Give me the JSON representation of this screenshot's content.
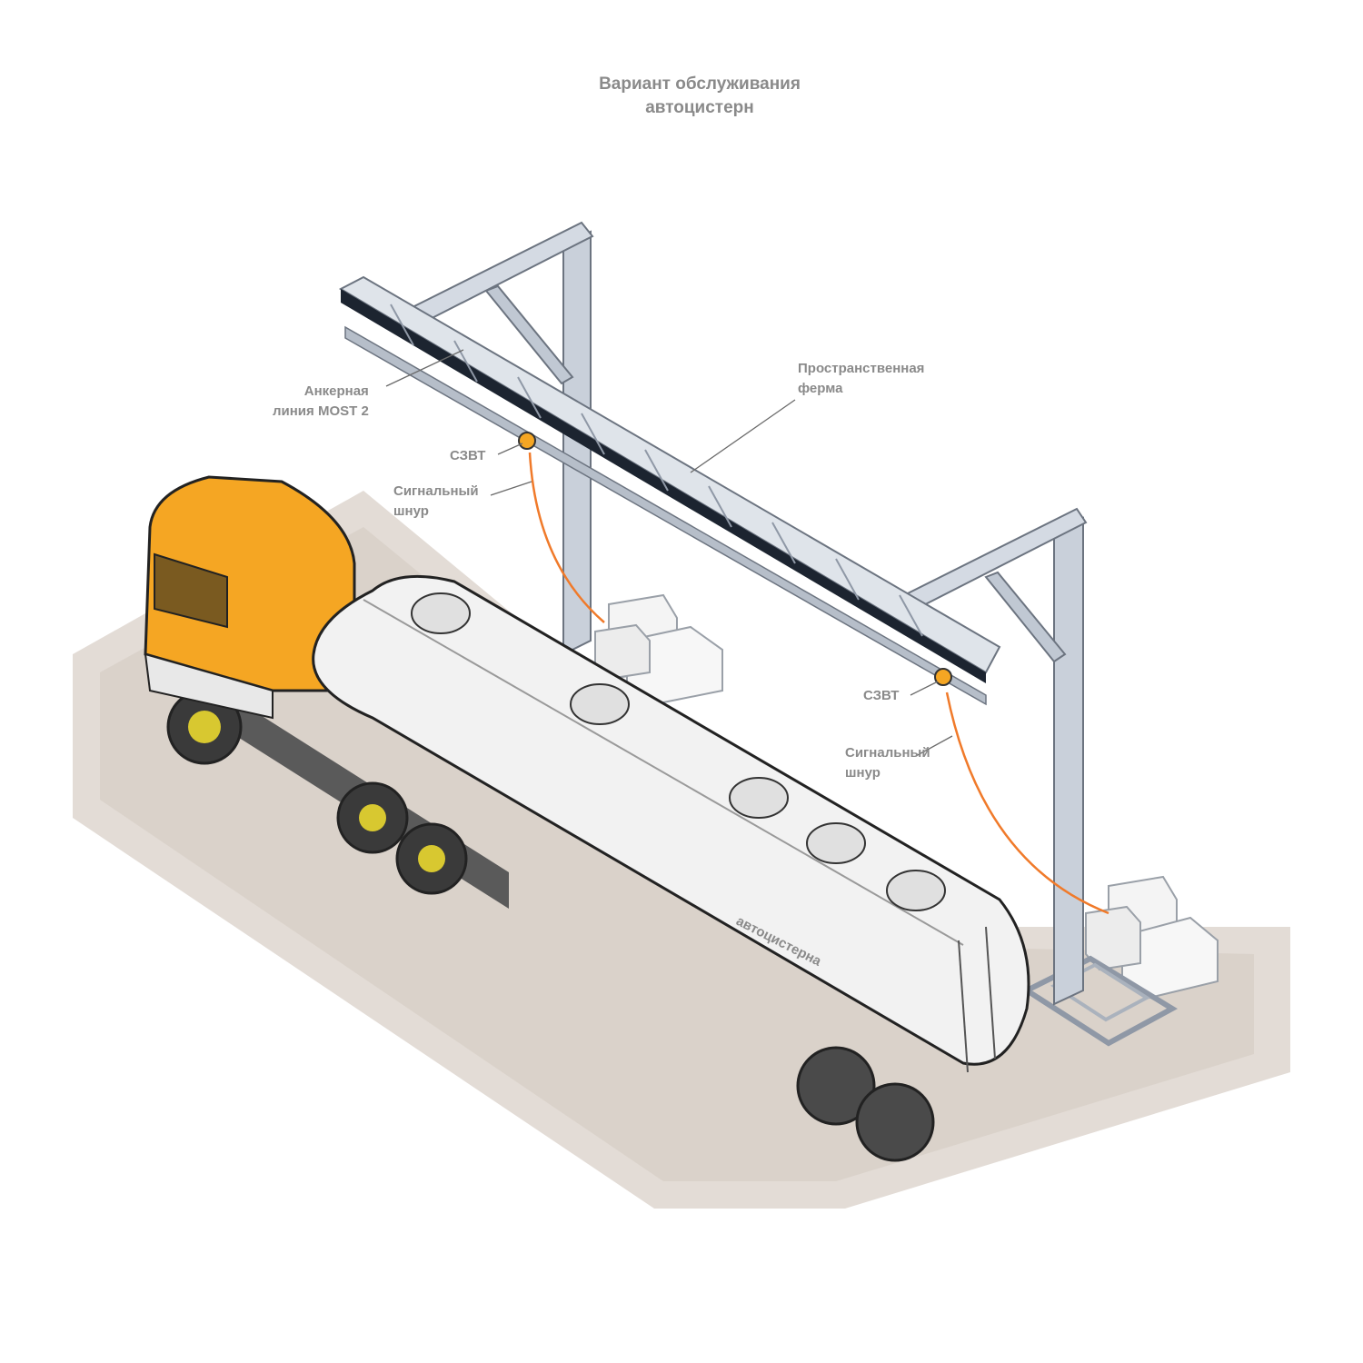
{
  "title": {
    "line1": "Вариант обслуживания",
    "line2": "автоцистерн"
  },
  "labels": {
    "anchor_line": {
      "line1": "Анкерная",
      "line2": "линия MOST 2"
    },
    "truss": {
      "line1": "Пространственная",
      "line2": "ферма"
    },
    "szvt_left": "СЗВТ",
    "cord_left": {
      "line1": "Сигнальный",
      "line2": "шнур"
    },
    "szvt_right": "СЗВТ",
    "cord_right": {
      "line1": "Сигнальный",
      "line2": "шнур"
    },
    "tank": "автоцистерна"
  },
  "colors": {
    "label_text": "#8a8a8a",
    "cab": "#f5a623",
    "cab_dark": "#d98a10",
    "tank": "#f2f2f2",
    "steel": "#c9d0da",
    "steel_dark": "#8f98a6",
    "signal_cord": "#f07a2a",
    "ground": "#d9d2cc",
    "chassis": "#5a5a5a"
  }
}
